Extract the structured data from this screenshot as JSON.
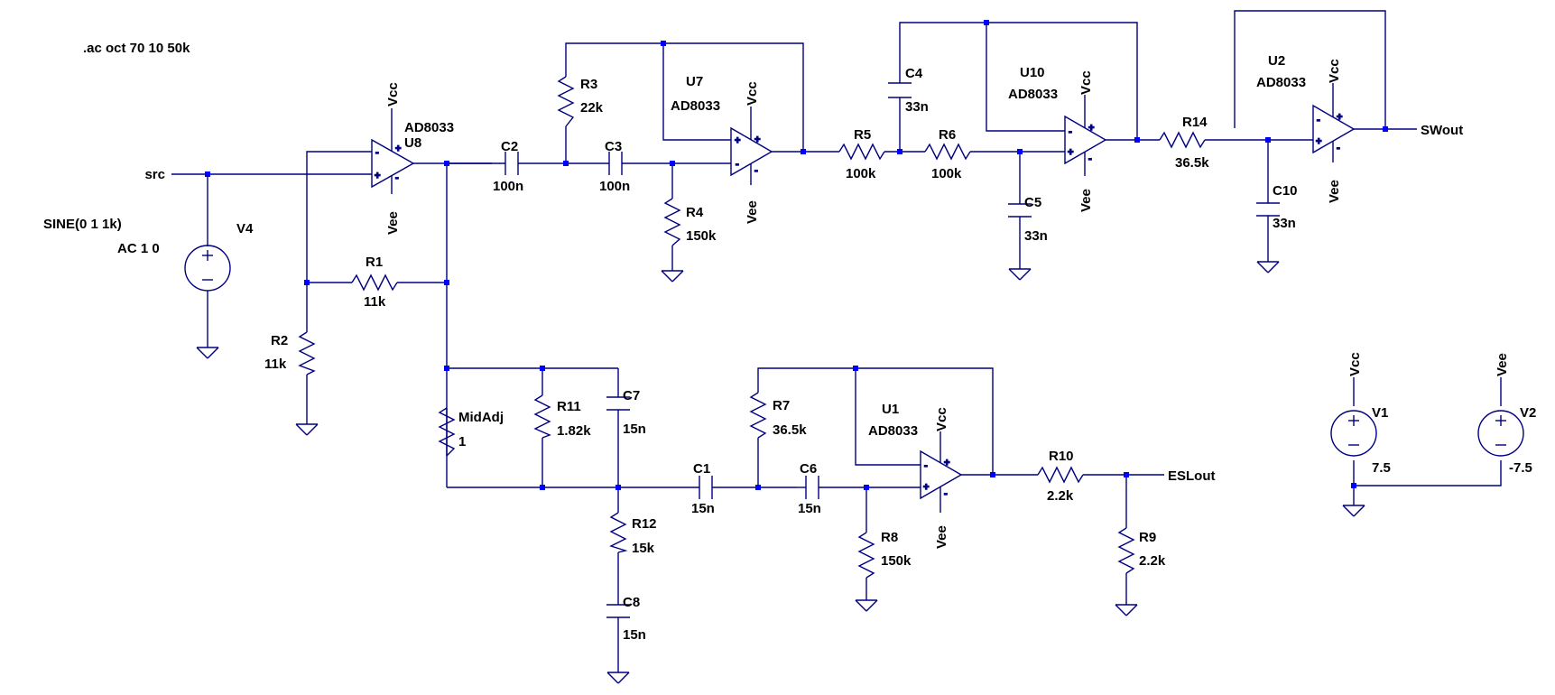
{
  "directive": ".ac oct 70 10 50k",
  "sources": {
    "v4": {
      "name": "V4",
      "wave": "SINE(0 1 1k)",
      "ac": "AC 1 0"
    },
    "v1": {
      "name": "V1",
      "value": "7.5",
      "net": "Vcc"
    },
    "v2": {
      "name": "V2",
      "value": "-7.5",
      "net": "Vee"
    }
  },
  "nets": {
    "src": "src",
    "swout": "SWout",
    "eslout": "ESLout",
    "vcc": "Vcc",
    "vee": "Vee"
  },
  "opamps": {
    "u8": {
      "name": "U8",
      "model": "AD8033"
    },
    "u7": {
      "name": "U7",
      "model": "AD8033"
    },
    "u10": {
      "name": "U10",
      "model": "AD8033"
    },
    "u2": {
      "name": "U2",
      "model": "AD8033"
    },
    "u1": {
      "name": "U1",
      "model": "AD8033"
    }
  },
  "resistors": {
    "r1": {
      "name": "R1",
      "value": "11k"
    },
    "r2": {
      "name": "R2",
      "value": "11k"
    },
    "r3": {
      "name": "R3",
      "value": "22k"
    },
    "r4": {
      "name": "R4",
      "value": "150k"
    },
    "r5": {
      "name": "R5",
      "value": "100k"
    },
    "r6": {
      "name": "R6",
      "value": "100k"
    },
    "r14": {
      "name": "R14",
      "value": "36.5k"
    },
    "midadj": {
      "name": "MidAdj",
      "value": "1"
    },
    "r11": {
      "name": "R11",
      "value": "1.82k"
    },
    "r12": {
      "name": "R12",
      "value": "15k"
    },
    "r7": {
      "name": "R7",
      "value": "36.5k"
    },
    "r8": {
      "name": "R8",
      "value": "150k"
    },
    "r10": {
      "name": "R10",
      "value": "2.2k"
    },
    "r9": {
      "name": "R9",
      "value": "2.2k"
    }
  },
  "capacitors": {
    "c2": {
      "name": "C2",
      "value": "100n"
    },
    "c3": {
      "name": "C3",
      "value": "100n"
    },
    "c4": {
      "name": "C4",
      "value": "33n"
    },
    "c5": {
      "name": "C5",
      "value": "33n"
    },
    "c10": {
      "name": "C10",
      "value": "33n"
    },
    "c7": {
      "name": "C7",
      "value": "15n"
    },
    "c8": {
      "name": "C8",
      "value": "15n"
    },
    "c1": {
      "name": "C1",
      "value": "15n"
    },
    "c6": {
      "name": "C6",
      "value": "15n"
    }
  },
  "colors": {
    "wire": "#000080",
    "junction": "#0000ff",
    "text": "#000000",
    "background": "#ffffff"
  }
}
